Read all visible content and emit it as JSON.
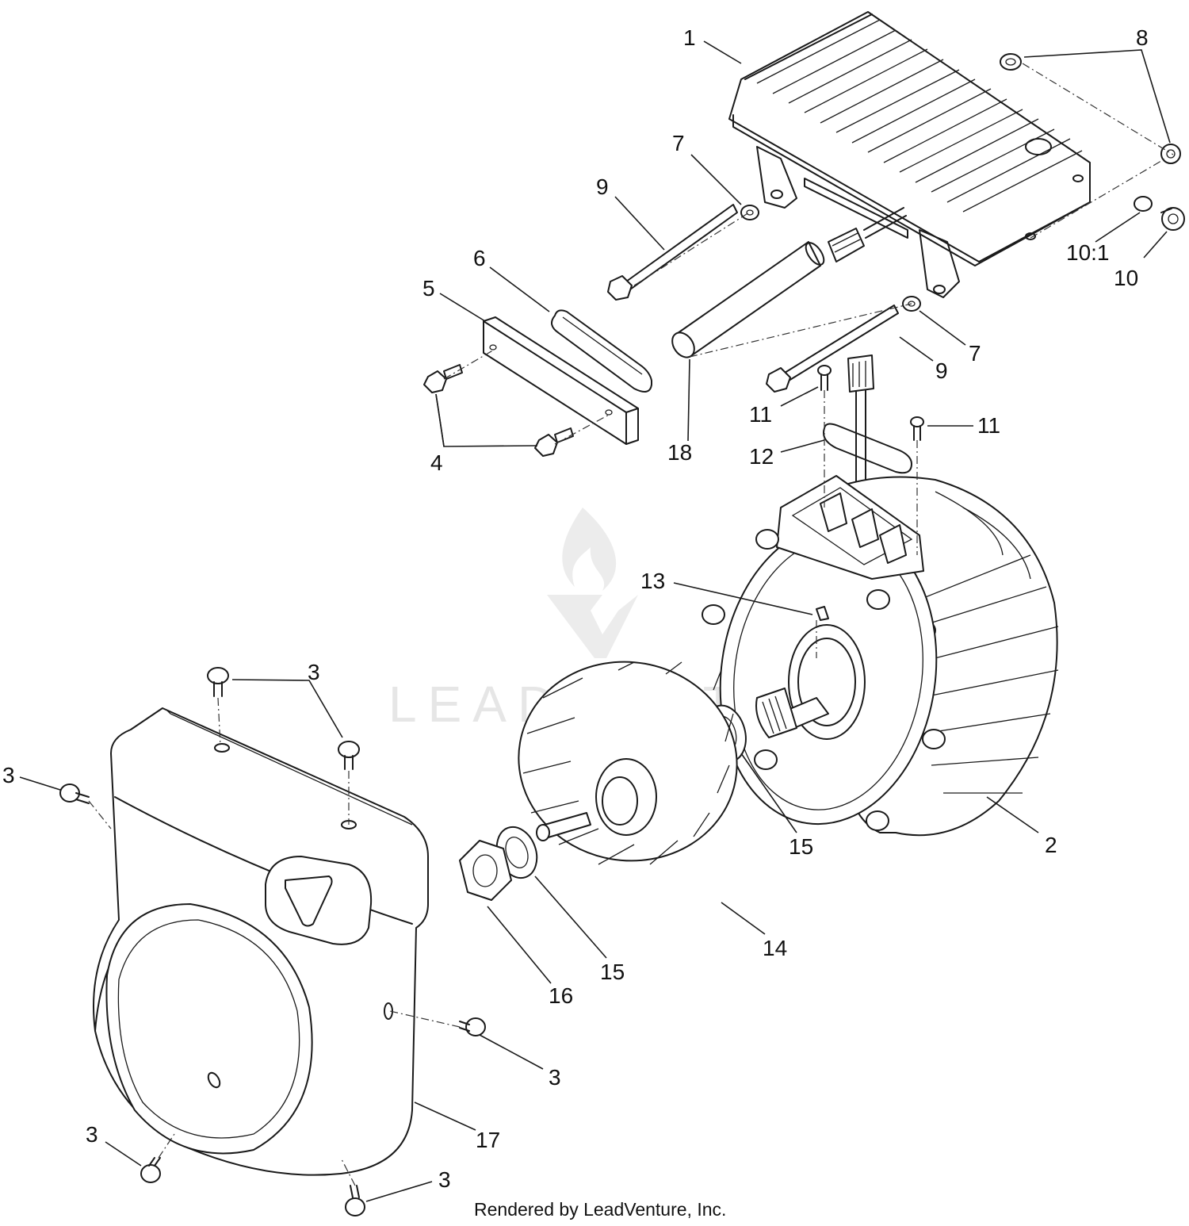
{
  "callouts": {
    "c1": "1",
    "c2": "2",
    "c3": "3",
    "c4": "4",
    "c5": "5",
    "c6": "6",
    "c7": "7",
    "c8": "8",
    "c9": "9",
    "c10": "10",
    "c10_1": "10:1",
    "c11": "11",
    "c12": "12",
    "c13": "13",
    "c14": "14",
    "c15": "15",
    "c16": "16",
    "c17": "17",
    "c18": "18"
  },
  "watermark": {
    "text": "LEADVENTURE"
  },
  "footer": {
    "text": "Rendered by LeadVenture, Inc."
  }
}
